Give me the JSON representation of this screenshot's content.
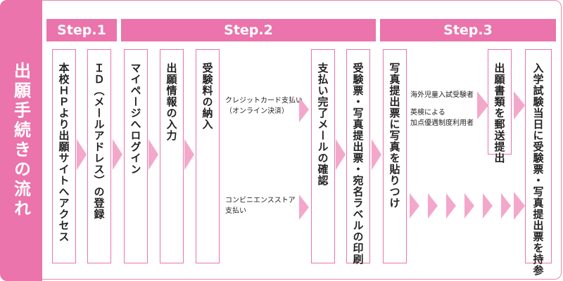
{
  "title": "出願手続きの流れ",
  "steps": [
    "Step.1",
    "Step.2",
    "Step.3"
  ],
  "boxes": {
    "hp": "本校ＨＰより出願サイトへアクセス",
    "id": "ＩＤ（メールアドレス）の登録",
    "mypage": "マイページへログイン",
    "info": "出願情報の入力",
    "fee": "受験料の納入",
    "confirm": "支払い完了メールの確認",
    "print": "受験票・写真提出票・宛名ラベルの印刷",
    "photo": "写真提出票に写真を貼りつけ",
    "mail": "出願書類を郵送提出",
    "exam": "入学試験当日に受験票・写真提出票を持参"
  },
  "payment_options": {
    "credit_line1": "クレジットカード支払い",
    "credit_line2": "（オンライン決済）",
    "convenience_line1": "コンビニエンスストア",
    "convenience_line2": "支払い"
  },
  "mail_notes": {
    "line1": "海外児童入試受験者",
    "line2": "英検による",
    "line3": "加点優遇制度利用者"
  },
  "colors": {
    "accent": "#ea74ab",
    "arrow": "#f3a8cb"
  }
}
